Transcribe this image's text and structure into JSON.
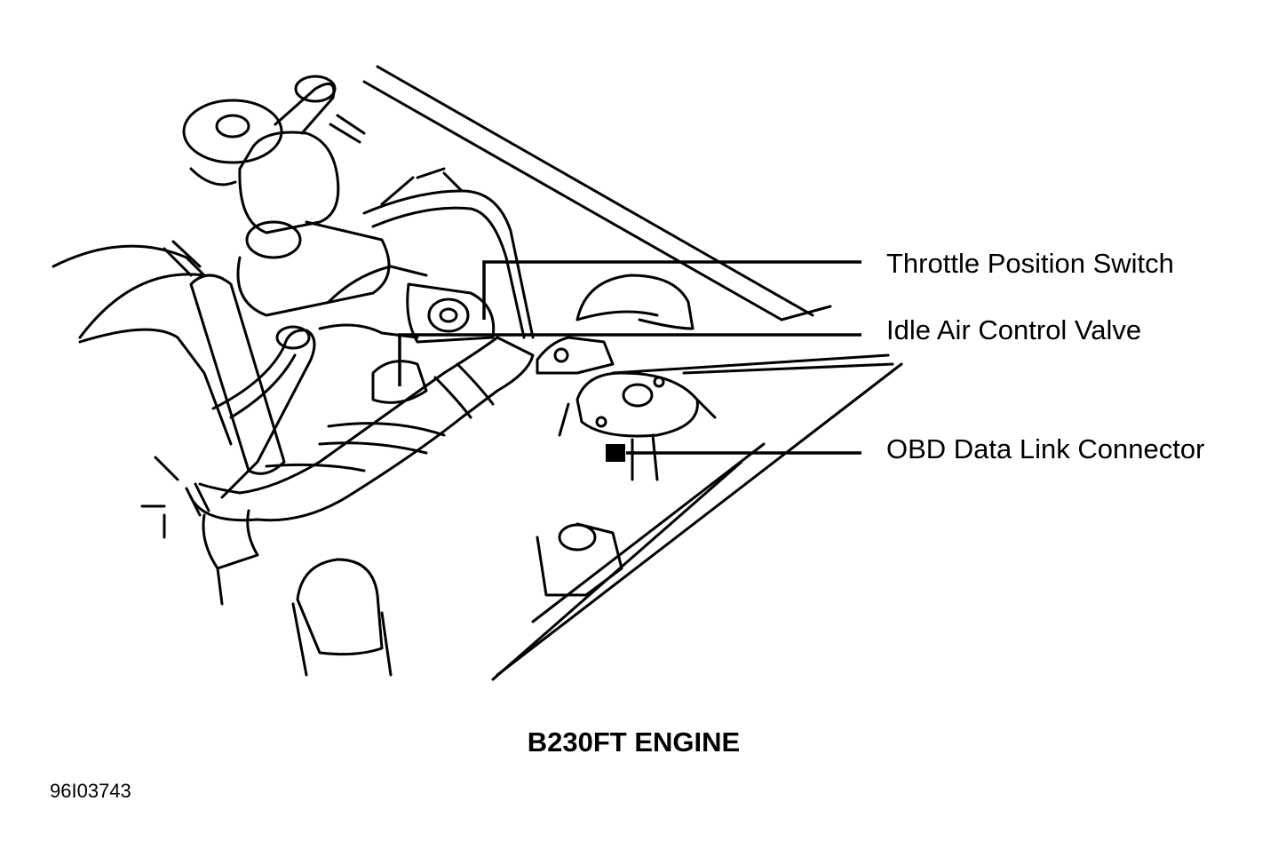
{
  "diagram": {
    "callouts": [
      {
        "id": "throttle-position-switch",
        "label": "Throttle Position Switch"
      },
      {
        "id": "idle-air-control-valve",
        "label": "Idle Air Control Valve"
      },
      {
        "id": "obd-data-link-connector",
        "label": "OBD Data Link Connector"
      }
    ],
    "caption": "B230FT ENGINE",
    "figure_id": "96I03743",
    "line_color": "#000000",
    "background_color": "#ffffff"
  }
}
